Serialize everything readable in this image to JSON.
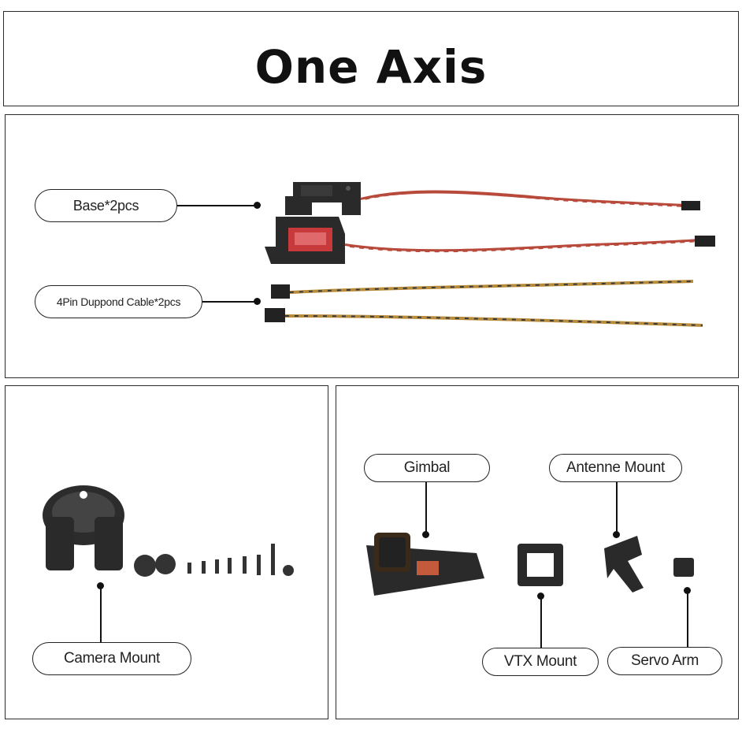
{
  "header": {
    "title": "One Axis"
  },
  "labels": {
    "base": "Base*2pcs",
    "cable": "4Pin Duppond Cable*2pcs",
    "camera_mount": "Camera Mount",
    "gimbal": "Gimbal",
    "antenne_mount": "Antenne Mount",
    "vtx_mount": "VTX Mount",
    "servo_arm": "Servo Arm"
  }
}
